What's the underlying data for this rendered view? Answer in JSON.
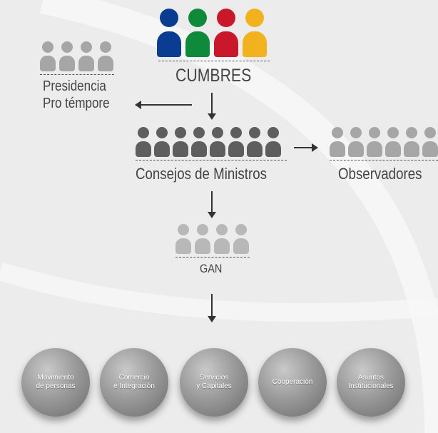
{
  "cumbres": {
    "label": "CUMBRES",
    "colors": [
      "#0a3d91",
      "#0e8a3a",
      "#c9182a",
      "#f2b21e"
    ]
  },
  "presidencia": {
    "line1": "Presidencia",
    "line2": "Pro témpore"
  },
  "consejos": {
    "label": "Consejos de Ministros"
  },
  "observadores": {
    "label": "Observadores"
  },
  "gan": {
    "label": "GAN"
  },
  "groups": [
    {
      "label": "Movimiento\nde personas"
    },
    {
      "label": "Comercio\ne Integración"
    },
    {
      "label": "Servicios\ny Capitales"
    },
    {
      "label": "Cooperación"
    },
    {
      "label": "Asuntos\nInstitucionales"
    }
  ],
  "palette": {
    "dark_gray": "#5e5e5e",
    "light_gray": "#a6a6a6",
    "text": "#444444",
    "arrow": "#333333"
  }
}
